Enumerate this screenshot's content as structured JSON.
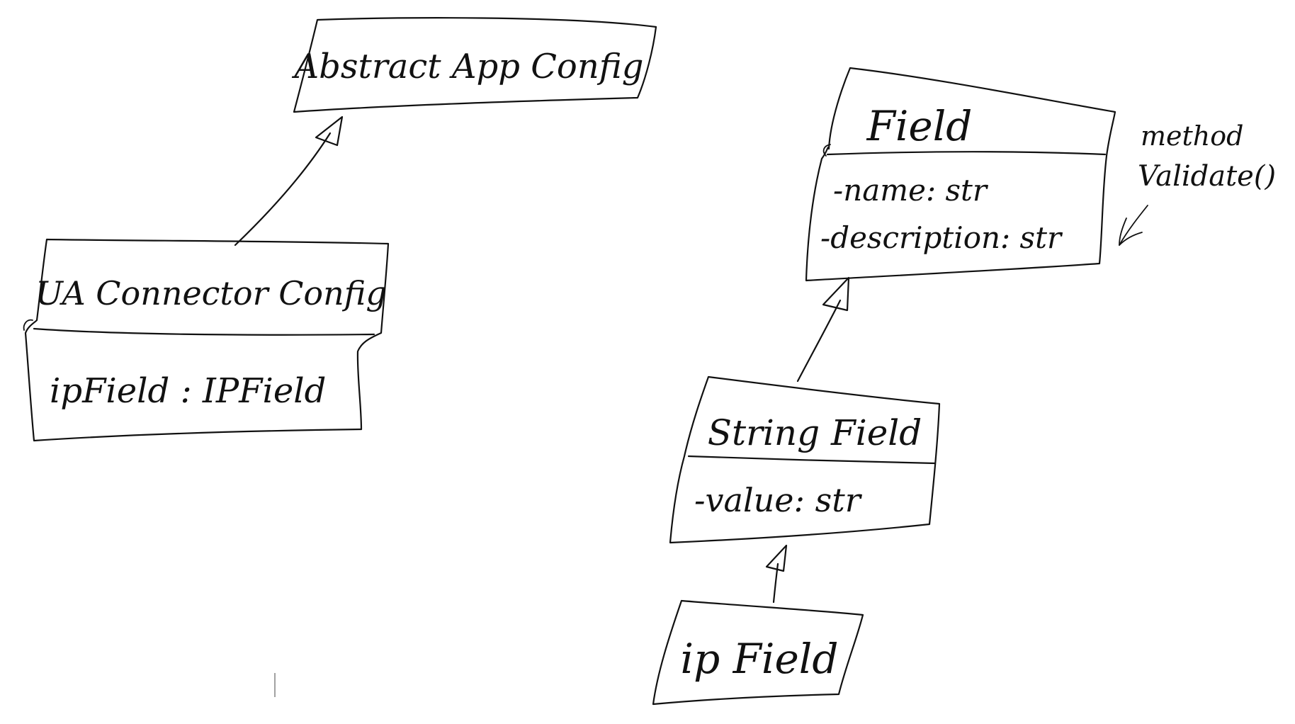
{
  "diagram": {
    "classes": {
      "abstract_app_config": {
        "name": "Abstract App Config"
      },
      "ua_connector_config": {
        "name": "UA Connector Config",
        "attributes": [
          "ipField : IPField"
        ]
      },
      "field": {
        "name": "Field",
        "attributes": [
          "-name: str",
          "-description: str"
        ]
      },
      "string_field": {
        "name": "String Field",
        "attributes": [
          "-value: str"
        ]
      },
      "ip_field": {
        "name": "ip Field"
      }
    },
    "note": {
      "line1": "method",
      "line2": "Validate()"
    },
    "relations": [
      {
        "from": "UA Connector Config",
        "to": "Abstract App Config",
        "type": "inheritance"
      },
      {
        "from": "String Field",
        "to": "Field",
        "type": "inheritance"
      },
      {
        "from": "ip Field",
        "to": "String Field",
        "type": "inheritance"
      }
    ]
  }
}
